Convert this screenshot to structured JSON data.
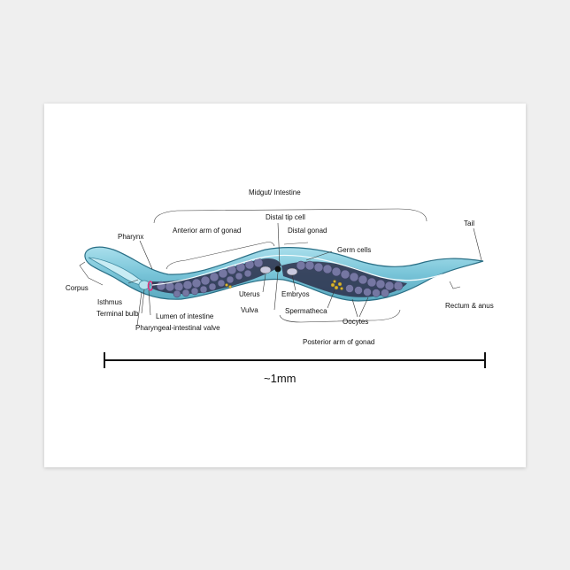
{
  "diagram": {
    "labels": {
      "midgut": "Midgut/ Intestine",
      "distal_tip_cell": "Distal tip cell",
      "tail": "Tail",
      "pharynx": "Pharynx",
      "anterior_arm": "Anterior arm of gonad",
      "distal_gonad": "Distal gonad",
      "germ_cells": "Germ cells",
      "corpus": "Corpus",
      "isthmus": "Isthmus",
      "terminal_bulb": "Terminal bulb",
      "uterus": "Uterus",
      "embryos": "Embryos",
      "vulva": "Vulva",
      "lumen": "Lumen of intestine",
      "spermatheca": "Spermatheca",
      "rectum": "Rectum & anus",
      "oocytes": "Oocytes",
      "valve": "Pharyngeal-intestinal valve",
      "posterior_arm": "Posterior arm of gonad"
    },
    "scale_label": "~1mm",
    "colors": {
      "body_fill": "#7cc9dc",
      "body_stroke": "#2a6f86",
      "cells": "#6d6f96",
      "dark_gonad": "#2d2f4a",
      "valve": "#e0307a",
      "spermatheca": "#d8b531"
    }
  }
}
